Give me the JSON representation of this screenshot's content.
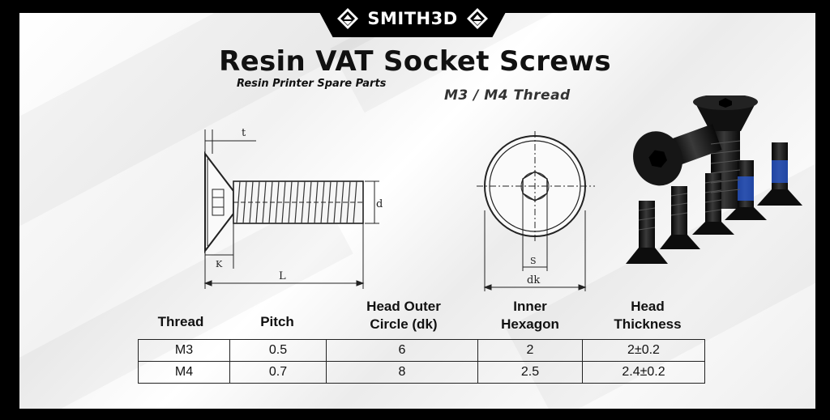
{
  "brand": {
    "name": "SMITH3D"
  },
  "title": "Resin VAT Socket Screws",
  "subtitle": "Resin Printer Spare Parts",
  "thread_tag": "M3 / M4 Thread",
  "diagram_labels": {
    "t": "t",
    "d": "d",
    "k": "K",
    "l": "L",
    "s": "S",
    "dk": "dk"
  },
  "table": {
    "headers": {
      "thread": "Thread",
      "pitch": "Pitch",
      "head_outer_1": "Head Outer",
      "head_outer_2": "Circle (dk)",
      "inner_hex_1": "Inner",
      "inner_hex_2": "Hexagon",
      "head_thick_1": "Head",
      "head_thick_2": "Thickness"
    },
    "rows": [
      {
        "thread": "M3",
        "pitch": "0.5",
        "dk": "6",
        "s": "2",
        "k": "2±0.2"
      },
      {
        "thread": "M4",
        "pitch": "0.7",
        "dk": "8",
        "s": "2.5",
        "k": "2.4±0.2"
      }
    ]
  },
  "colors": {
    "background": "#000000",
    "panel": "#f4f4f4",
    "screw": "#111111",
    "threadlock": "#2a5bd7"
  }
}
